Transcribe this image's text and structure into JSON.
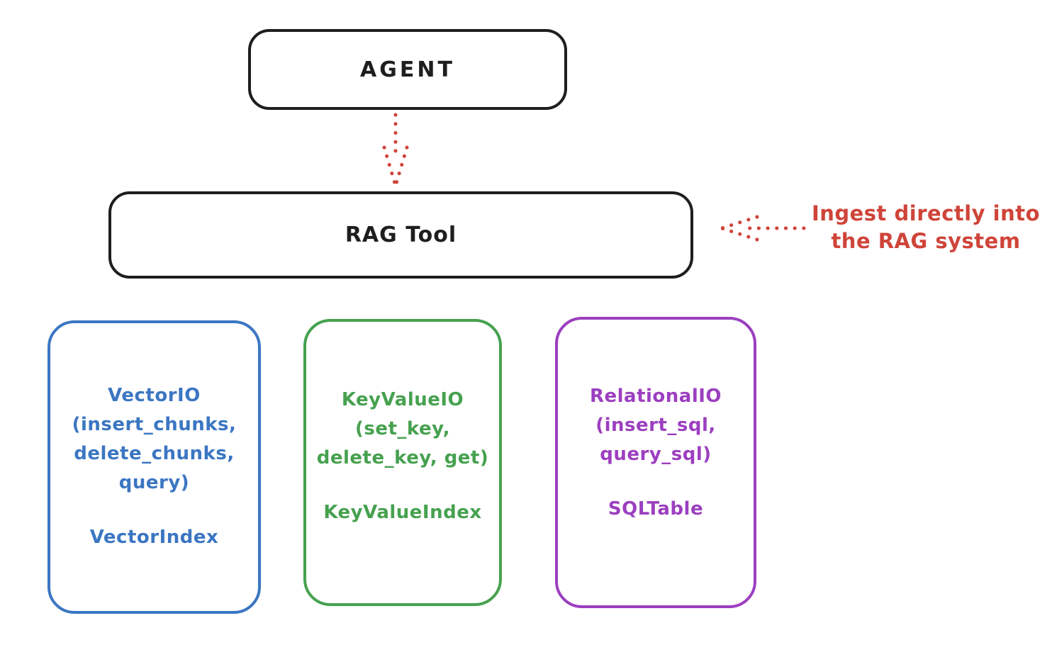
{
  "agent_box": {
    "label": "AGENT"
  },
  "rag_box": {
    "label": "RAG Tool"
  },
  "annotation": {
    "line1": "Ingest directly into",
    "line2": "the RAG system"
  },
  "colors": {
    "ink": "#1e1e1e",
    "red": "#cf4439",
    "blue": "#3b76c2",
    "green": "#46a14f",
    "purple": "#9c3fc0"
  },
  "io_boxes": [
    {
      "name": "vector-io",
      "color": "#3b76c2",
      "lines": [
        "VectorIO",
        "(insert_chunks,",
        "delete_chunks,",
        "query)"
      ],
      "index_label": "VectorIndex"
    },
    {
      "name": "keyvalue-io",
      "color": "#46a14f",
      "lines": [
        "KeyValueIO",
        "(set_key,",
        "delete_key, get)"
      ],
      "index_label": "KeyValueIndex"
    },
    {
      "name": "relational-io",
      "color": "#9c3fc0",
      "lines": [
        "RelationalIO",
        "(insert_sql,",
        "query_sql)"
      ],
      "index_label": "SQLTable"
    }
  ]
}
